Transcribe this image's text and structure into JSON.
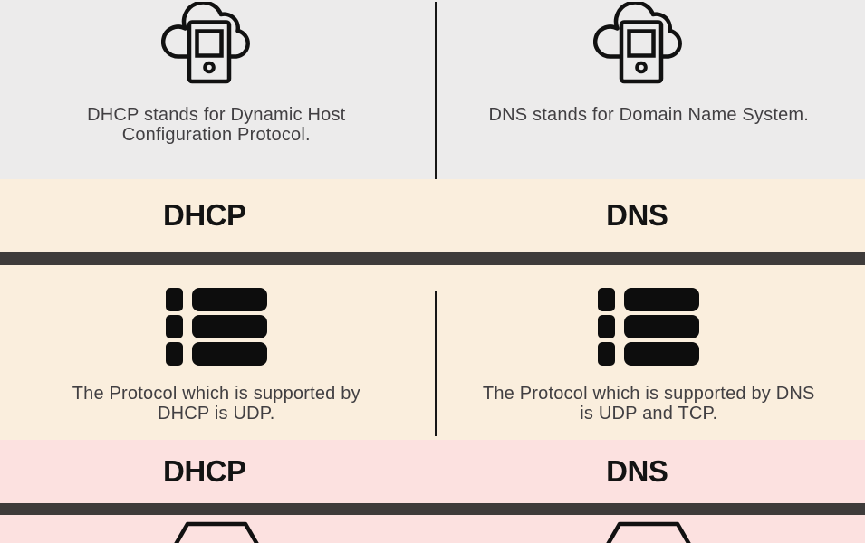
{
  "rows": {
    "definition": {
      "left_text": "DHCP stands for Dynamic Host Configuration Protocol.",
      "right_text": "DNS stands for Domain Name System."
    },
    "protocol": {
      "left_text": "The Protocol which is supported by DHCP is UDP.",
      "right_text": "The Protocol which is supported by DNS is UDP and TCP."
    }
  },
  "bands": [
    {
      "left_label": "DHCP",
      "right_label": "DNS"
    },
    {
      "left_label": "DHCP",
      "right_label": "DNS"
    }
  ],
  "icons": {
    "definition": "cloud-device-icon",
    "protocol": "list-icon",
    "third_row": "hexagon-icon"
  },
  "colors": {
    "section1_bg": "#ECEBEB",
    "cream_bg": "#FAEEDD",
    "pink_bg": "#FCE1E0",
    "divider_bar": "#3E3B3A",
    "vertical_divider": "#161616",
    "body_text": "#413F42",
    "heading_text": "#131313",
    "icon_color": "#111111"
  }
}
